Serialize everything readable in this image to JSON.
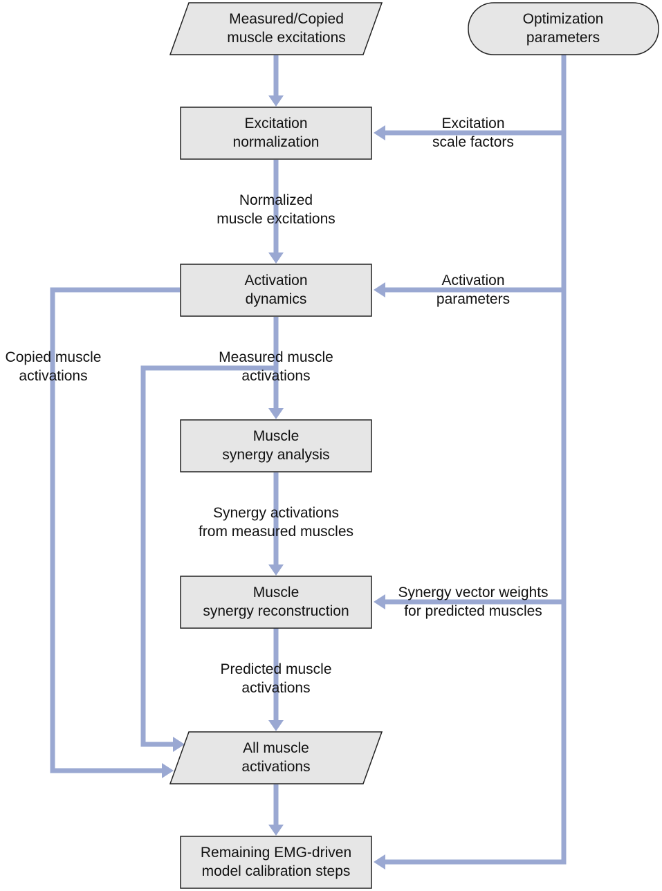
{
  "colors": {
    "node_fill": "#e6e6e6",
    "node_stroke": "#222222",
    "arrow": "#9aa8d2",
    "text": "#111111"
  },
  "nodes": {
    "measured_copied": {
      "shape": "parallelogram",
      "lines": [
        "Measured/Copied",
        "muscle excitations"
      ]
    },
    "optimization": {
      "shape": "rounded",
      "lines": [
        "Optimization",
        "parameters"
      ]
    },
    "excitation_norm": {
      "shape": "rectangle",
      "lines": [
        "Excitation",
        "normalization"
      ]
    },
    "activation_dyn": {
      "shape": "rectangle",
      "lines": [
        "Activation",
        "dynamics"
      ]
    },
    "synergy_analysis": {
      "shape": "rectangle",
      "lines": [
        "Muscle",
        "synergy analysis"
      ]
    },
    "synergy_recon": {
      "shape": "rectangle",
      "lines": [
        "Muscle",
        "synergy reconstruction"
      ]
    },
    "all_activations": {
      "shape": "parallelogram",
      "lines": [
        "All muscle",
        "activations"
      ]
    },
    "remaining": {
      "shape": "rectangle",
      "lines": [
        "Remaining EMG-driven",
        "model calibration steps"
      ]
    }
  },
  "edge_labels": {
    "excitation_scale": [
      "Excitation",
      "scale factors"
    ],
    "normalized": [
      "Normalized",
      "muscle excitations"
    ],
    "activation_params": [
      "Activation",
      "parameters"
    ],
    "copied": [
      "Copied muscle",
      "activations"
    ],
    "measured": [
      "Measured muscle",
      "activations"
    ],
    "synergy_acts": [
      "Synergy activations",
      "from measured muscles"
    ],
    "synergy_weights": [
      "Synergy vector weights",
      "for predicted muscles"
    ],
    "predicted": [
      "Predicted muscle",
      "activations"
    ]
  }
}
